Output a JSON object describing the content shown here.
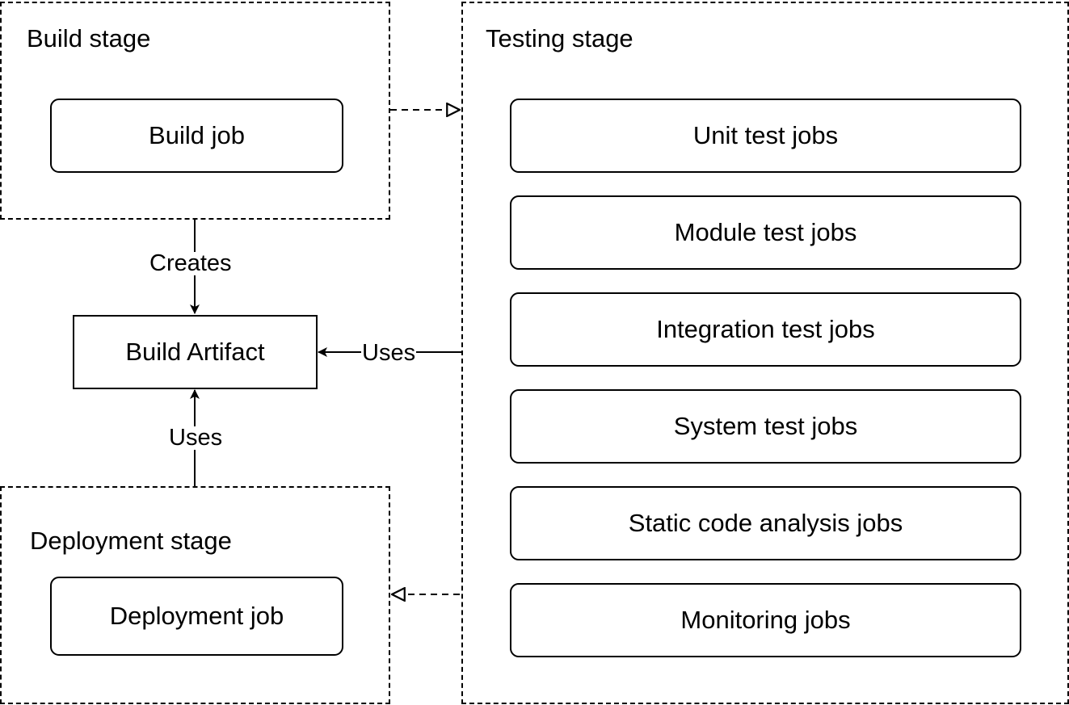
{
  "stages": {
    "build": {
      "title": "Build stage",
      "jobs": [
        "Build job"
      ]
    },
    "testing": {
      "title": "Testing stage",
      "jobs": [
        "Unit test jobs",
        "Module test jobs",
        "Integration test jobs",
        "System test jobs",
        "Static code analysis jobs",
        "Monitoring jobs"
      ]
    },
    "deployment": {
      "title": "Deployment stage",
      "jobs": [
        "Deployment job"
      ]
    }
  },
  "artifact": {
    "label": "Build Artifact"
  },
  "edges": {
    "creates": "Creates",
    "testing_uses": "Uses",
    "deployment_uses": "Uses"
  },
  "colors": {
    "stroke": "#000000",
    "background": "#ffffff"
  }
}
